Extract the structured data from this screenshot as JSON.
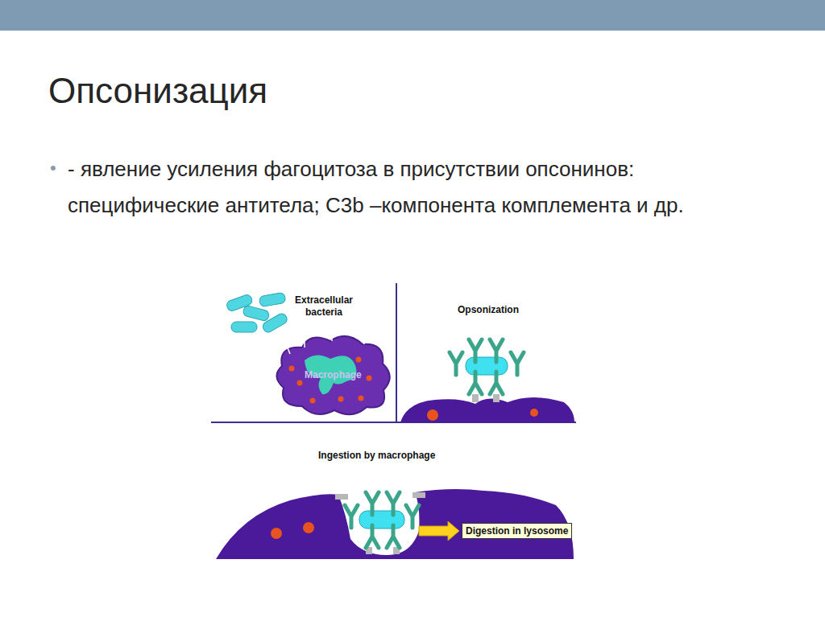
{
  "diagram": {
    "title": "Опсонизация",
    "nodes": [
      {
        "text": [
          "Digestion in lysosome"
        ]
      }
    ],
    "edges": [],
    "labels": [
      "•",
      "- явление усиления фагоцитоза в присутствии опсонинов: специфические антитела; C3b –компонента комплемента и др.",
      "Extracellular bacteria",
      "Macrophage",
      "Opsonization",
      "Ingestion by macrophage"
    ]
  }
}
